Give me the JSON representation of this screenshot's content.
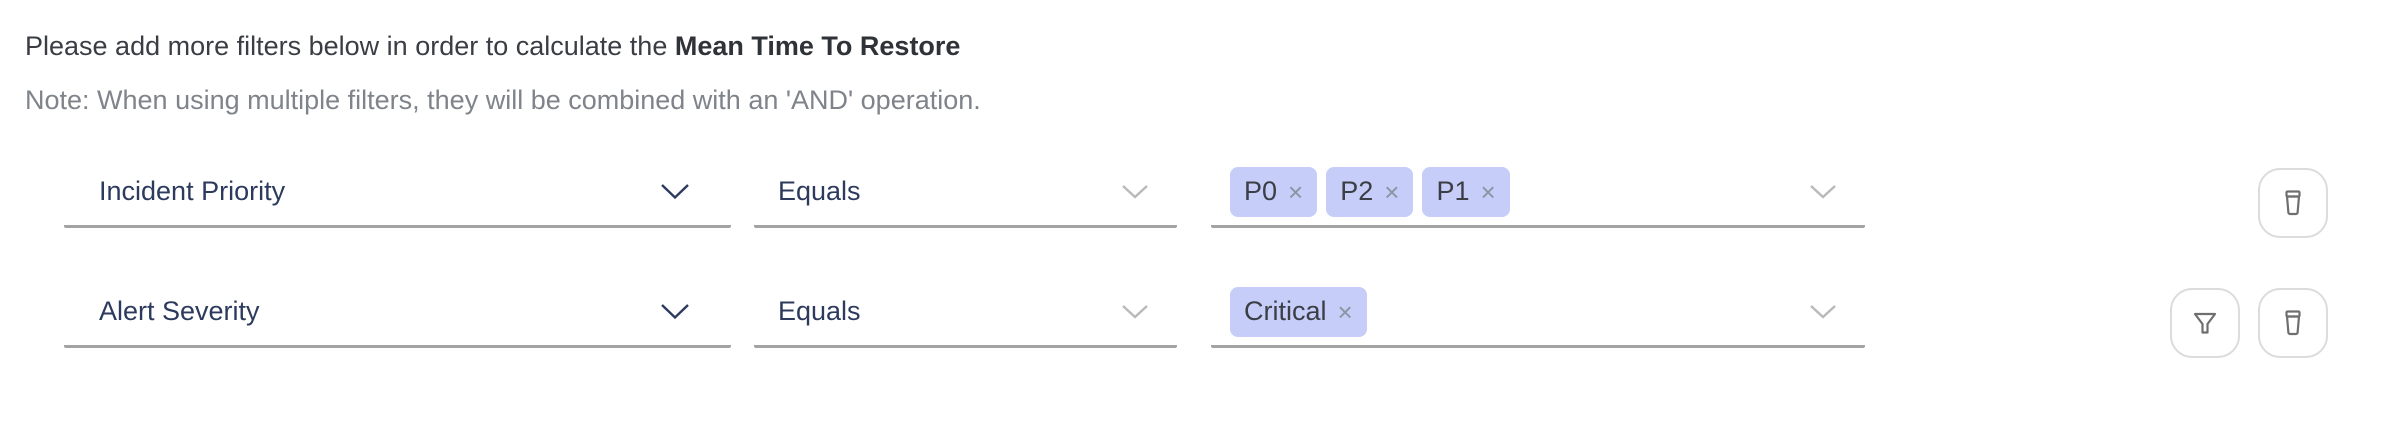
{
  "header": {
    "intro": "Please add more filters below in order to calculate the",
    "metric": "Mean Time To Restore",
    "note": "Note: When using multiple filters, they will be combined with an 'AND' operation."
  },
  "filters": {
    "rows": [
      {
        "attribute": "Incident Priority",
        "operator": "Equals",
        "values": [
          "P0",
          "P2",
          "P1"
        ],
        "actions": [
          "delete"
        ]
      },
      {
        "attribute": "Alert Severity",
        "operator": "Equals",
        "values": [
          "Critical"
        ],
        "actions": [
          "filter",
          "delete"
        ]
      }
    ],
    "remove_glyph": "×"
  },
  "icons": {
    "attribute_chevron": "chevron-down",
    "operator_chevron": "chevron-down",
    "values_chevron": "chevron-down",
    "delete_button": "trash",
    "filter_button": "funnel"
  },
  "colors": {
    "tag_bg": "#c5cdf8",
    "label": "#2c3a5e",
    "underline": "#a3a3a3",
    "note_text": "#7f838a",
    "icon": "#6f6f6f",
    "chevron_muted": "#b9b9b9",
    "button_border": "#dcdcdc",
    "header_text": "#3a3d43",
    "tag_text": "#3b3e45",
    "tag_remove": "#8d93a0"
  }
}
